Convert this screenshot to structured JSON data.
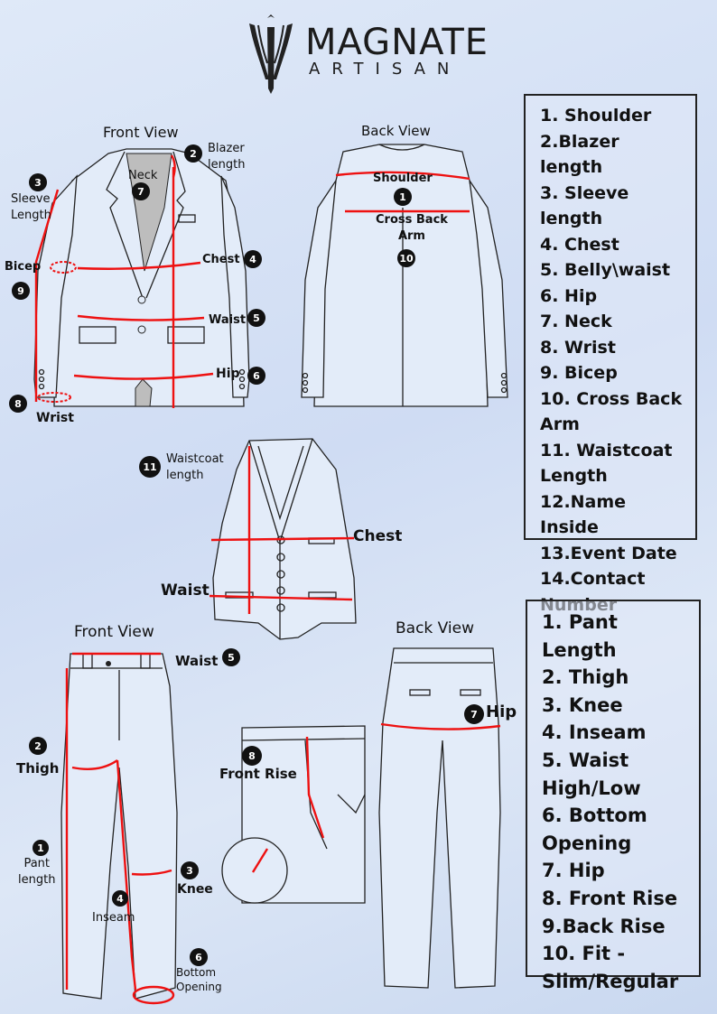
{
  "brand": {
    "name": "MAGNATE",
    "sub": "ARTISAN"
  },
  "blazer": {
    "front_title": "Front View",
    "back_title": "Back View",
    "labels": {
      "blazer_length": "Blazer\nlength",
      "neck": "Neck",
      "sleeve_length": "Sleeve\nLength",
      "chest": "Chest",
      "bicep": "Bicep",
      "waist": "Waist",
      "hip": "Hip",
      "wrist": "Wrist",
      "shoulder": "Shoulder",
      "cross_back_arm": "Cross Back\nArm"
    },
    "badges": {
      "blazer_length": "2",
      "neck": "7",
      "sleeve_length": "3",
      "chest": "4",
      "bicep": "9",
      "waist": "5",
      "hip": "6",
      "wrist": "8",
      "shoulder": "1",
      "cross_back_arm": "10"
    }
  },
  "waistcoat": {
    "badge": "11",
    "length_label": "Waistcoat\nlength",
    "chest_label": "Chest",
    "waist_label": "Waist"
  },
  "pants": {
    "front_title": "Front View",
    "back_title": "Back View",
    "labels": {
      "waist": "Waist",
      "thigh": "Thigh",
      "front_rise": "Front Rise",
      "pant_length": "Pant\nlength",
      "knee": "Knee",
      "inseam": "Inseam",
      "bottom_opening": "Bottom\nOpening",
      "hip": "Hip"
    },
    "badges": {
      "waist": "5",
      "thigh": "2",
      "front_rise": "8",
      "pant_length": "1",
      "knee": "3",
      "inseam": "4",
      "bottom_opening": "6",
      "hip": "7"
    }
  },
  "blazer_list": [
    "1. Shoulder",
    "2.Blazer length",
    "3. Sleeve length",
    "4. Chest",
    "5. Belly\\waist",
    "6. Hip",
    "7. Neck",
    "8. Wrist",
    "9. Bicep",
    "10. Cross Back Arm",
    "11. Waistcoat Length",
    "12.Name Inside",
    "13.Event Date",
    "14.Contact Number"
  ],
  "pant_list": [
    "1. Pant Length",
    "2. Thigh",
    "3. Knee",
    "4. Inseam",
    "5. Waist High/Low",
    "6. Bottom Opening",
    "7. Hip",
    "8. Front Rise",
    "9.Back Rise",
    "10. Fit - Slim/Regular"
  ]
}
